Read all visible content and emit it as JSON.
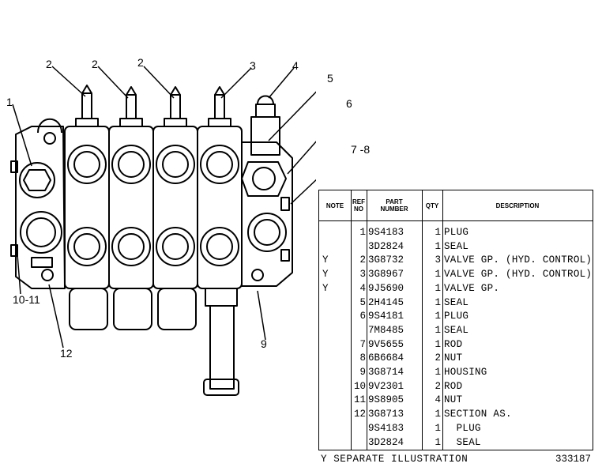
{
  "callouts": {
    "c1": "1",
    "c2a": "2",
    "c2b": "2",
    "c2c": "2",
    "c3": "3",
    "c4": "4",
    "c5": "5",
    "c6": "6",
    "c78": "7 -8",
    "c1011": "10-11",
    "c12": "12",
    "c9": "9"
  },
  "table": {
    "headers": {
      "note": "NOTE",
      "ref": "REF NO",
      "part": "PART NUMBER",
      "qty": "QTY",
      "desc": "DESCRIPTION"
    },
    "rows": [
      {
        "note": "",
        "ref": "1",
        "part": "9S4183",
        "qty": "1",
        "desc": "PLUG"
      },
      {
        "note": "",
        "ref": "",
        "part": "3D2824",
        "qty": "1",
        "desc": "SEAL"
      },
      {
        "note": "Y",
        "ref": "2",
        "part": "3G8732",
        "qty": "3",
        "desc": "VALVE GP. (HYD. CONTROL)"
      },
      {
        "note": "Y",
        "ref": "3",
        "part": "3G8967",
        "qty": "1",
        "desc": "VALVE GP. (HYD. CONTROL)"
      },
      {
        "note": "Y",
        "ref": "4",
        "part": "9J5690",
        "qty": "1",
        "desc": "VALVE GP."
      },
      {
        "note": "",
        "ref": "5",
        "part": "2H4145",
        "qty": "1",
        "desc": "SEAL"
      },
      {
        "note": "",
        "ref": "6",
        "part": "9S4181",
        "qty": "1",
        "desc": "PLUG"
      },
      {
        "note": "",
        "ref": "",
        "part": "7M8485",
        "qty": "1",
        "desc": "SEAL"
      },
      {
        "note": "",
        "ref": "7",
        "part": "9V5655",
        "qty": "1",
        "desc": "ROD"
      },
      {
        "note": "",
        "ref": "8",
        "part": "6B6684",
        "qty": "2",
        "desc": "NUT"
      },
      {
        "note": "",
        "ref": "9",
        "part": "3G8714",
        "qty": "1",
        "desc": "HOUSING"
      },
      {
        "note": "",
        "ref": "10",
        "part": "9V2301",
        "qty": "2",
        "desc": "ROD"
      },
      {
        "note": "",
        "ref": "11",
        "part": "9S8905",
        "qty": "4",
        "desc": "NUT"
      },
      {
        "note": "",
        "ref": "12",
        "part": "3G8713",
        "qty": "1",
        "desc": "SECTION AS."
      },
      {
        "note": "",
        "ref": "",
        "part": "9S4183",
        "qty": "1",
        "desc": "  PLUG"
      },
      {
        "note": "",
        "ref": "",
        "part": "3D2824",
        "qty": "1",
        "desc": "  SEAL"
      }
    ]
  },
  "footer": {
    "note": "Y  SEPARATE ILLUSTRATION",
    "illustration_id": "333187"
  }
}
